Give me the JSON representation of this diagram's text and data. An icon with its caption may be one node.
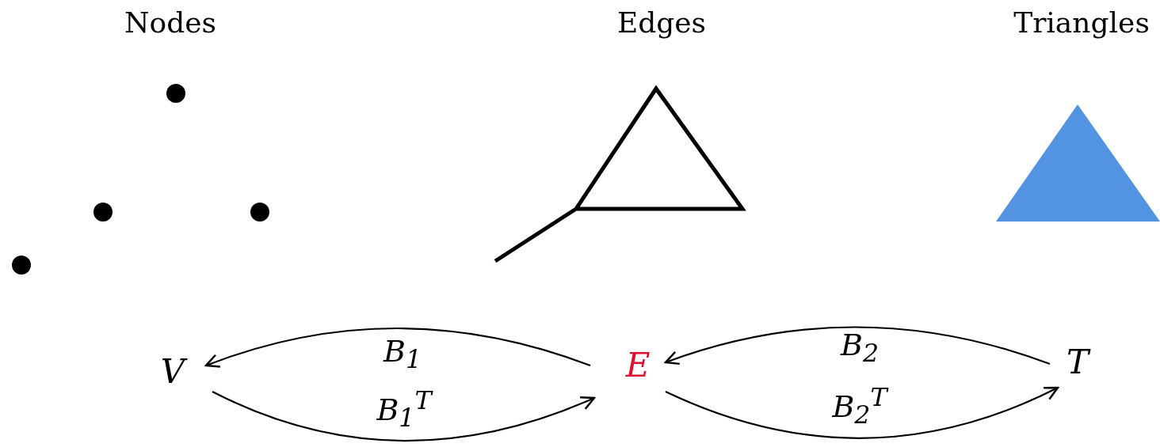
{
  "diagram": {
    "nodes": [
      {
        "text": [
          "V"
        ]
      },
      {
        "text": [
          "E"
        ]
      },
      {
        "text": [
          "T"
        ]
      }
    ],
    "edges": [
      {
        "from": 1,
        "to": 0,
        "arrow": "to",
        "label": "B$_{1}$"
      },
      {
        "from": 0,
        "to": 1,
        "arrow": "to",
        "label": "B$_{1}$$^{T}$"
      },
      {
        "from": 2,
        "to": 1,
        "arrow": "to",
        "label": "B$_{2}$"
      },
      {
        "from": 1,
        "to": 2,
        "arrow": "to",
        "label": "B$_{2}$$^{T}$"
      }
    ],
    "labels": [
      "Nodes",
      "Edges",
      "Triangles"
    ]
  }
}
